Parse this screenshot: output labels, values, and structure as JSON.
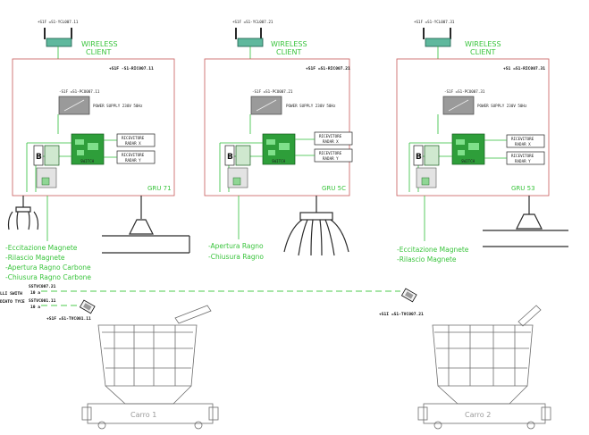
{
  "panels": [
    {
      "antenna_tag": "+S1F =S1-YCL007.11",
      "wireless_label": [
        "WIRELESS",
        "CLIENT"
      ],
      "panel_tag": "+S1F -S1-RIC007.11",
      "ps_tag": "-S1F =S1-PCU007.11",
      "ps_label": "POWER SUPPLY 230V 50Hz",
      "radar_x": [
        "RICEVITORE",
        "RADAR X"
      ],
      "radar_y": [
        "RICEVITORE",
        "RADAR Y"
      ],
      "switch_label": "SWITCH",
      "name": "GRU 71"
    },
    {
      "antenna_tag": "+S1F =S1-YCL007.21",
      "wireless_label": [
        "WIRELESS",
        "CLIENT"
      ],
      "panel_tag": "+S1F =S1-RIC007.21",
      "ps_tag": "-S1F =S1-PCU007.21",
      "ps_label": "POWER SUPPLY 230V 50Hz",
      "radar_x": [
        "RICEVITORE",
        "RADAR X"
      ],
      "radar_y": [
        "RICEVITORE",
        "RADAR Y"
      ],
      "switch_label": "SWITCH",
      "name": "GRU 5C"
    },
    {
      "antenna_tag": "+S1F =S1-YCL007.31",
      "wireless_label": [
        "WIRELESS",
        "CLIENT"
      ],
      "panel_tag": "+S1 =S1-RIC007.31",
      "ps_tag": "-S1F =S1-PCU007.31",
      "ps_label": "POWER SUPPLY 230V 50Hz",
      "radar_x": [
        "RICEVITORE",
        "RADAR X"
      ],
      "radar_y": [
        "RICEVITORE",
        "RADAR Y"
      ],
      "switch_label": "SWITCH",
      "name": "GRU 53"
    }
  ],
  "signals": [
    [
      "-Eccitazione Magnete",
      "-Rilascio Magnete",
      "-Apertura Ragno Carbone",
      "-Chiusura Ragno Carbone"
    ],
    [
      "-Apertura Ragno",
      "-Chiusura Ragno"
    ],
    [
      "-Eccitazione Magnete",
      "-Rilascio Magnete"
    ]
  ],
  "left_labels": [
    "LLI SWITH",
    "DIATO TYCE"
  ],
  "switch_tags": [
    "SSTVC007.21",
    "SSTVC001.11"
  ],
  "port_labels": [
    "10 a",
    "10 a"
  ],
  "cart1_tag": "+S1F =S1-TVC001.11",
  "cart2_tag": "+S1I =S1-TVC007.21",
  "carts": [
    "Carro 1",
    "Carro 2"
  ]
}
